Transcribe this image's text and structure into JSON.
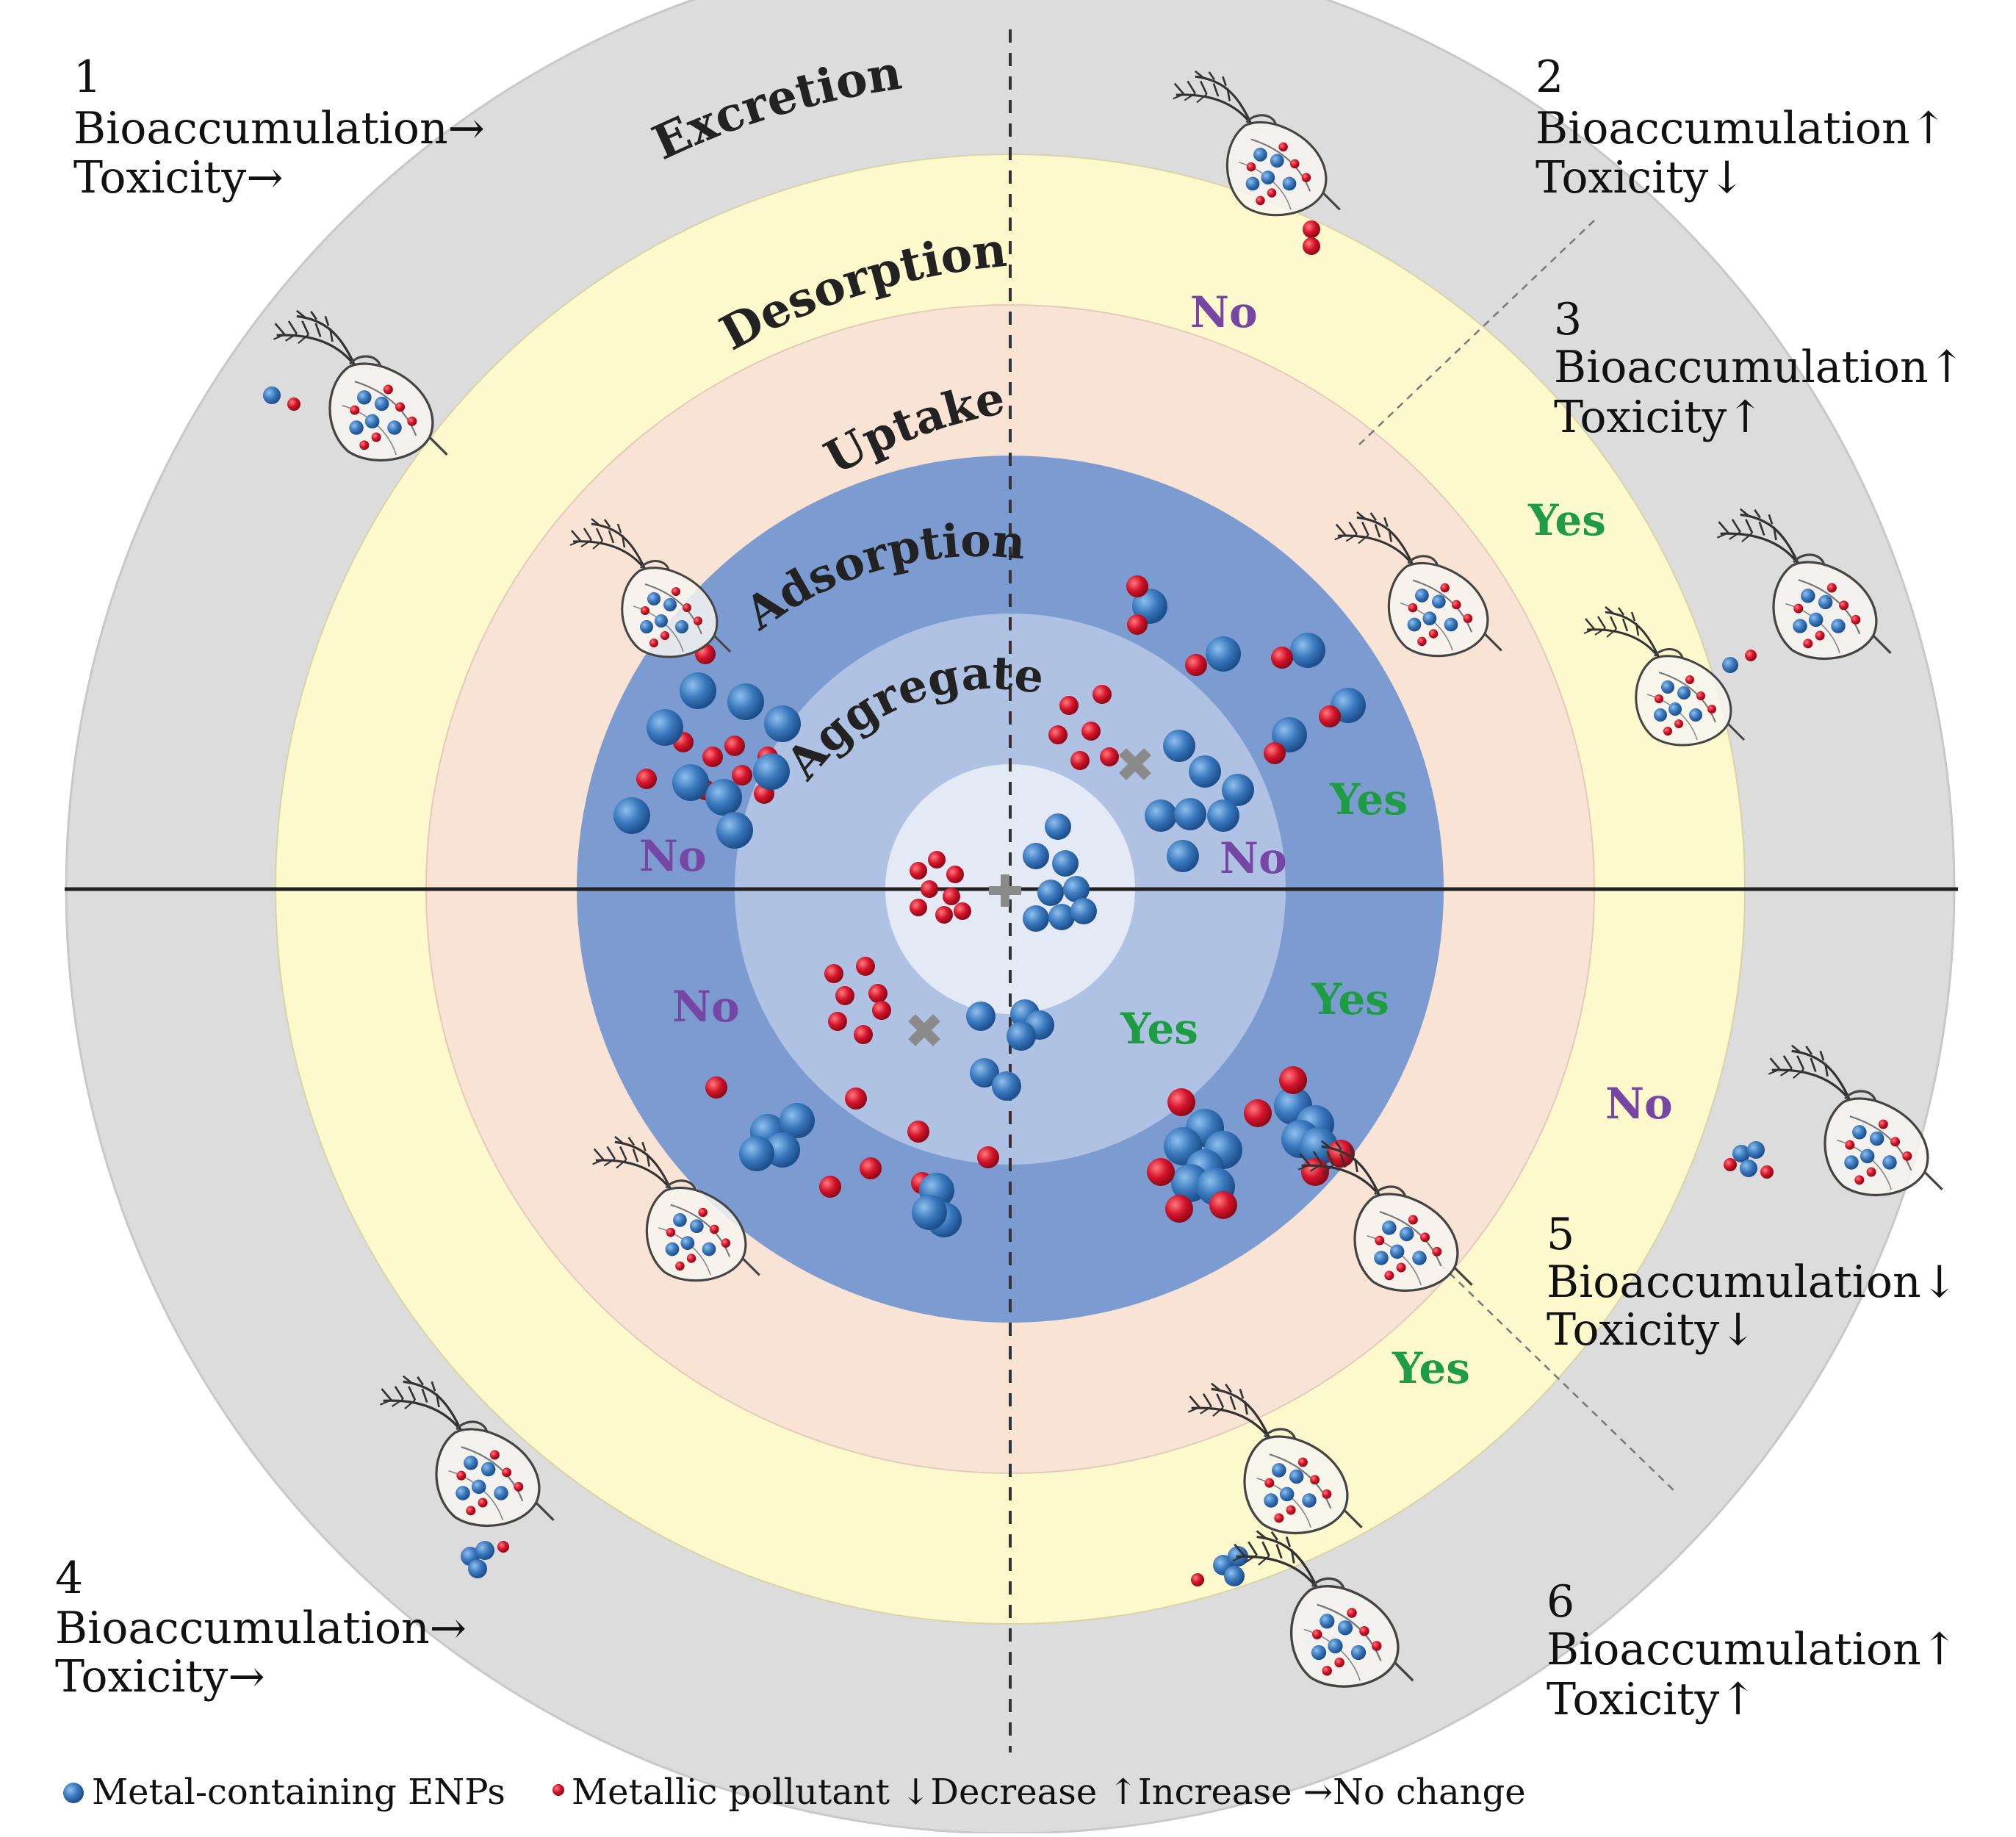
{
  "colors": {
    "ring_excretion": "#dcdcdc",
    "ring_desorption": "#fdf9cc",
    "ring_uptake": "#f8e3d5",
    "ring_adsorption": "#7b9bd1",
    "ring_aggregate": "#b0c2e3",
    "core": "#e3e9f5",
    "enp_blue": "#3a78bd",
    "pollutant_red": "#d4142a",
    "yes_green": "#1e9c43",
    "no_purple": "#7646a3",
    "divider": "#222222"
  },
  "rings": {
    "excretion": "Excretion",
    "desorption": "Desorption",
    "uptake": "Uptake",
    "adsorption": "Adsorption",
    "aggregate": "Aggregate"
  },
  "answers": {
    "desorption_no": "No",
    "desorption_yes_upper": "Yes",
    "desorption_no_lower": "No",
    "desorption_yes_lower": "Yes",
    "adsorption_no_ul": "No",
    "adsorption_yes_ur": "Yes",
    "aggregate_no_ur": "No",
    "adsorption_no_ll": "No",
    "aggregate_yes_lr": "Yes",
    "adsorption_yes_lr": "Yes"
  },
  "scenarios": [
    {
      "num": "1",
      "bio": "Bioaccumulation",
      "bio_arrow": "→",
      "tox": "Toxicity",
      "tox_arrow": "→"
    },
    {
      "num": "2",
      "bio": "Bioaccumulation",
      "bio_arrow": "↑",
      "tox": "Toxicity",
      "tox_arrow": "↓"
    },
    {
      "num": "3",
      "bio": "Bioaccumulation",
      "bio_arrow": "↑",
      "tox": "Toxicity",
      "tox_arrow": "↑"
    },
    {
      "num": "4",
      "bio": "Bioaccumulation",
      "bio_arrow": "→",
      "tox": "Toxicity",
      "tox_arrow": "→"
    },
    {
      "num": "5",
      "bio": "Bioaccumulation",
      "bio_arrow": "↓",
      "tox": "Toxicity",
      "tox_arrow": "↓"
    },
    {
      "num": "6",
      "bio": "Bioaccumulation",
      "bio_arrow": "↑",
      "tox": "Toxicity",
      "tox_arrow": "↑"
    }
  ],
  "legend": {
    "enp": "Metal-containing ENPs",
    "pollutant": "Metallic pollutant",
    "decrease_arrow": "↓",
    "decrease": "Decrease",
    "increase_arrow": "↑",
    "increase": "Increase",
    "nochange_arrow": "→",
    "nochange": "No change"
  },
  "icons": {
    "organism": "daphnia-icon",
    "plus": "plus-icon",
    "cross": "cross-icon"
  }
}
